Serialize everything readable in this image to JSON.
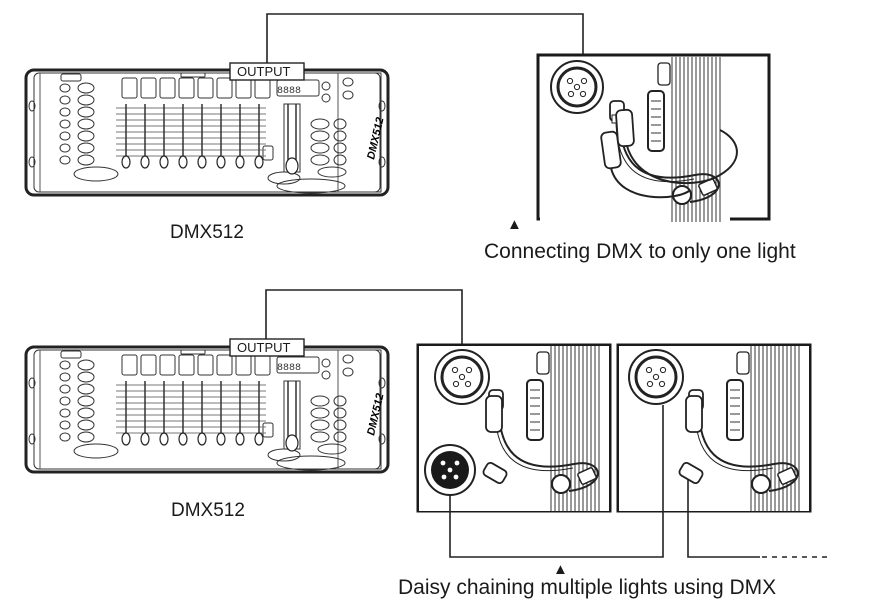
{
  "top": {
    "output_label": "OUTPUT",
    "console_panel_text": "DMX512",
    "console_caption": "DMX512",
    "caption": "Connecting DMX to only one light",
    "caption_marker": "▲"
  },
  "bottom": {
    "output_label": "OUTPUT",
    "console_panel_text": "DMX512",
    "console_caption": "DMX512",
    "caption": "Daisy chaining multiple lights using DMX",
    "caption_marker": "▲",
    "continuation_line": "dashed"
  },
  "icons": {
    "console": "dmx-console-icon",
    "xlr_female": "xlr-female-connector-icon",
    "xlr_male": "xlr-male-connector-icon",
    "fixture": "light-fixture-icon"
  }
}
